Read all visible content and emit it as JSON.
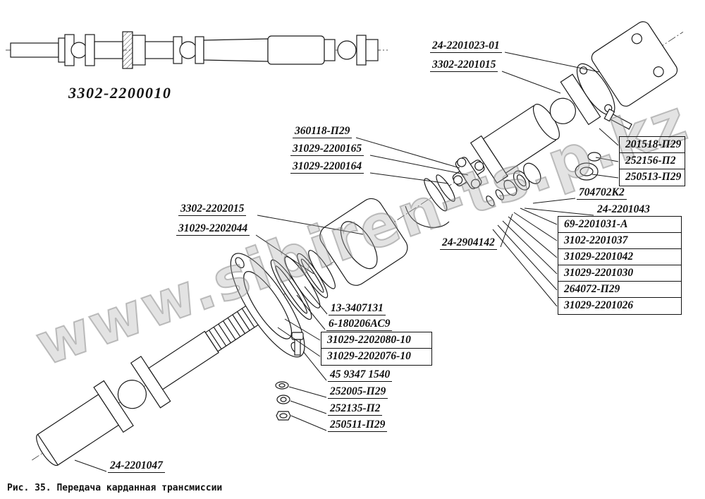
{
  "figure": {
    "assembly_number": "3302-2200010",
    "caption": "Рис. 35. Передача карданная трансмиссии",
    "watermark": "www.sibiren-ts.p.kz",
    "colors": {
      "ink": "#1a1a1a",
      "background": "#ffffff",
      "watermark": "#9a9a9a"
    }
  },
  "part_labels": [
    {
      "number": "24-2201023-01"
    },
    {
      "number": "3302-2201015"
    },
    {
      "number": "360118-П29"
    },
    {
      "number": "31029-2200165"
    },
    {
      "number": "31029-2200164"
    },
    {
      "number": "3302-2202015"
    },
    {
      "number": "31029-2202044"
    },
    {
      "number": "24-2904142"
    },
    {
      "number": "201518-П29"
    },
    {
      "number": "252156-П2"
    },
    {
      "number": "250513-П29"
    },
    {
      "number": "704702К2"
    },
    {
      "number": "24-2201043"
    },
    {
      "number": "69-2201031-А"
    },
    {
      "number": "3102-2201037"
    },
    {
      "number": "31029-2201042"
    },
    {
      "number": "31029-2201030"
    },
    {
      "number": "264072-П29"
    },
    {
      "number": "31029-2201026"
    },
    {
      "number": "13-3407131"
    },
    {
      "number": "6-180206АС9"
    },
    {
      "number": "31029-2202080-10"
    },
    {
      "number": "31029-2202076-10"
    },
    {
      "number": "45 9347 1540"
    },
    {
      "number": "252005-П29"
    },
    {
      "number": "252135-П2"
    },
    {
      "number": "250511-П29"
    },
    {
      "number": "24-2201047"
    }
  ]
}
